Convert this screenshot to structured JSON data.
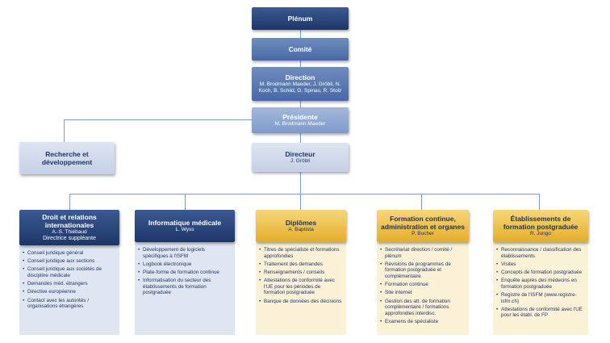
{
  "plenum": {
    "title": "Plénum"
  },
  "comite": {
    "title": "Comité"
  },
  "direction": {
    "title": "Direction",
    "members": "M. Brodmann Maeder, J. Gröbli, N. Koch, B. Schild, G. Spinas, R. Stolz"
  },
  "presidente": {
    "title": "Présidente",
    "name": "M. Brodmann Maeder"
  },
  "recherche": {
    "title": "Recherche et développement"
  },
  "directeur": {
    "title": "Directeur",
    "name": "J. Gröbli"
  },
  "departments": [
    {
      "title": "Droit et relations internationales",
      "person": "A.-S. Thiébaud",
      "role": "Directrice suppléante",
      "items": [
        "Conseil juridique général",
        "Conseil juridique aux sections",
        "Conseil juridique aux sociétés de discipline médicale",
        "Demandes méd. étrangers",
        "Directive européenne",
        "Contact avec les autorités / organisations étrangères"
      ]
    },
    {
      "title": "Informatique médicale",
      "person": "L. Wyss",
      "items": [
        "Développement de logiciels spécifiques à l'ISFM",
        "Logbook électronique",
        "Plate-forme de formation continue",
        "Informatisation du secteur des établissements de formation postgraduée"
      ]
    },
    {
      "title": "Diplômes",
      "person": "A. Baptista",
      "items": [
        "Titres de spécialiste et formations approfondies",
        "Traitement des demandes",
        "Renseignements / conseils",
        "Attestations de conformité avec l'UE pour les périodes de formation postgraduée",
        "Banque de données des décisions"
      ]
    },
    {
      "title": "Formation continue, administration et organes",
      "person": "P. Bucher",
      "items": [
        "Secrétariat direction / comité / plénum",
        "Révisions de programmes de formation postgraduée et complémentaire",
        "Formation continue",
        "Site internet",
        "Gestion des att. de formation complémentaire / formations approfondies interdisc.",
        "Examens de spécialiste"
      ]
    },
    {
      "title": "Établissements de formation postgraduée",
      "person": "R. Jungo",
      "items": [
        "Reconnaissance / classification des établissements",
        "Visites",
        "Concepts de formation postgraduée",
        "Enquête auprès des médecins en formation postgraduée",
        "Registre de l'ISFM (www.registre-isfm.ch)",
        "Attestations de conformité avec l'UE pour les établ. de FP"
      ]
    }
  ]
}
